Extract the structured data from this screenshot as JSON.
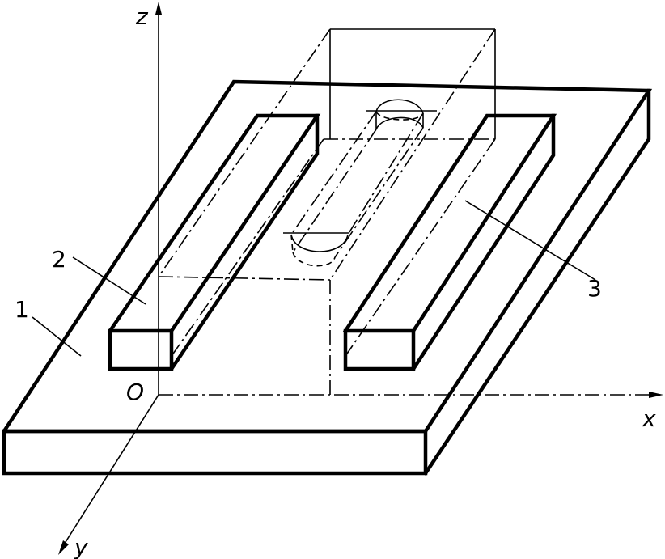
{
  "axes": {
    "z_label": "z",
    "x_label": "x",
    "y_label": "y",
    "origin_label": "O"
  },
  "callouts": {
    "part1": "1",
    "part2": "2",
    "part3": "3"
  },
  "colors": {
    "line": "#000000",
    "background": "#ffffff"
  }
}
